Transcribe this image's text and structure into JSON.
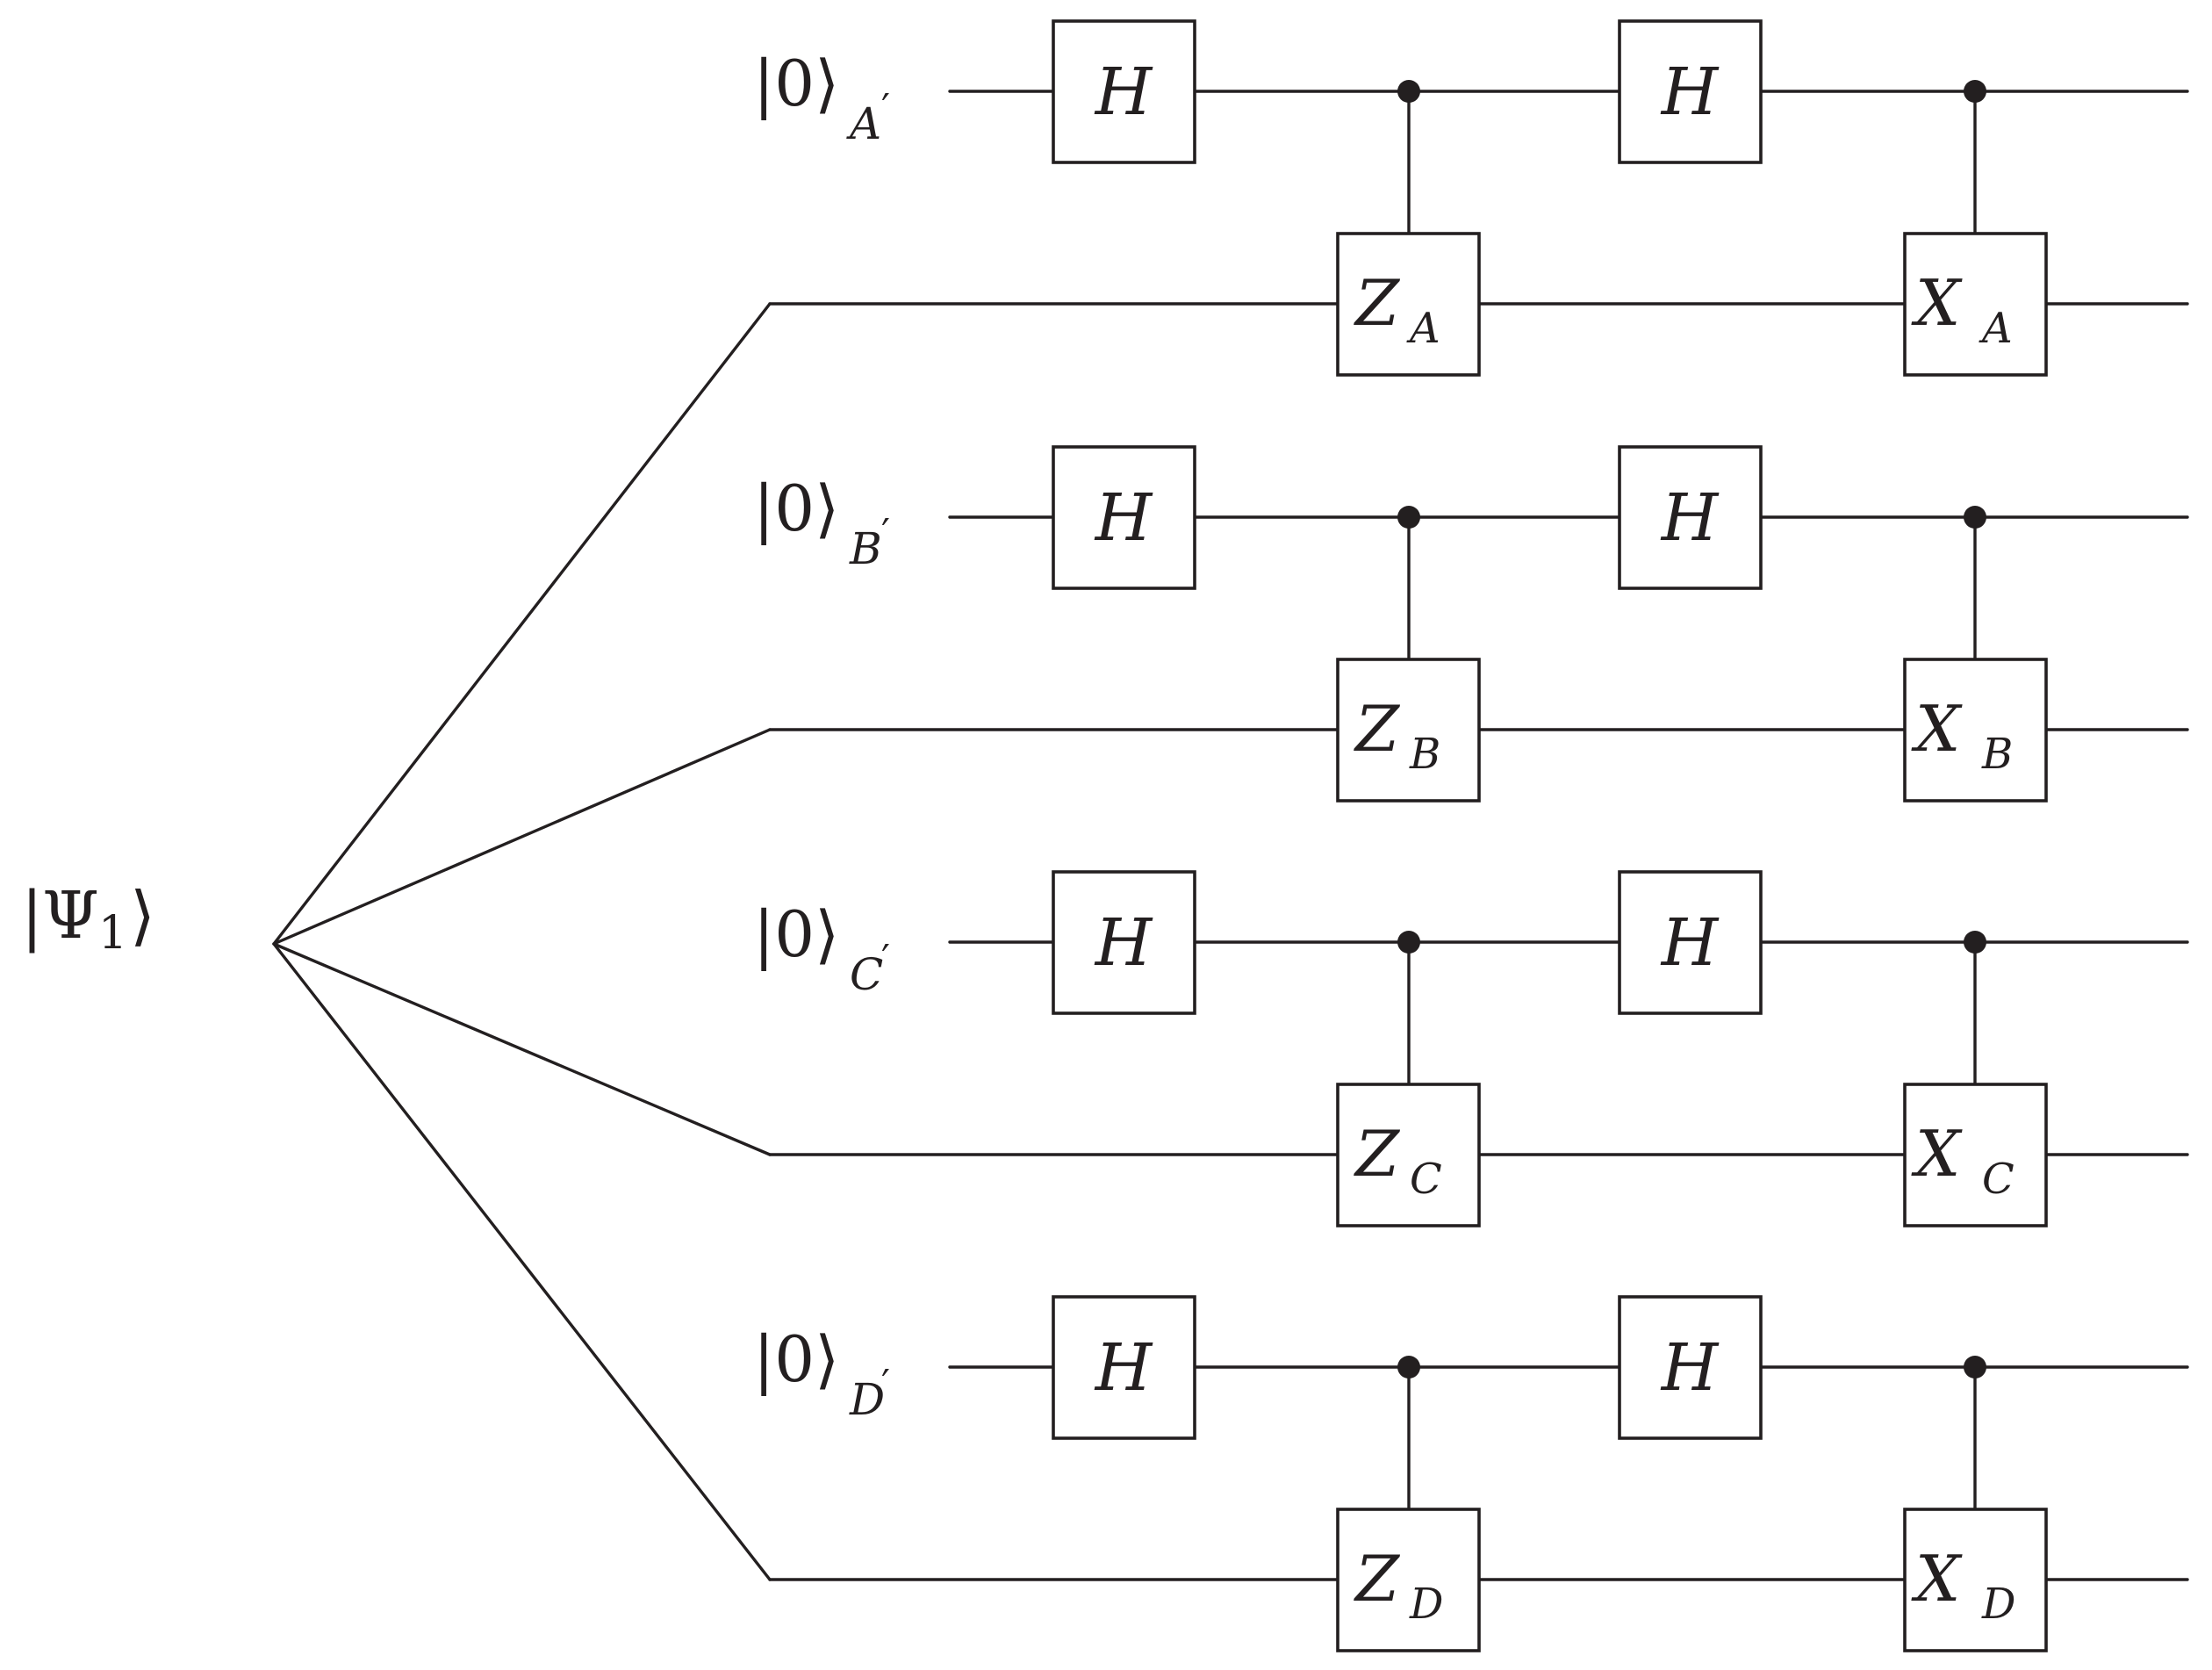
{
  "input_state": {
    "bar": "|",
    "symbol": "Ψ",
    "index": "1",
    "bracket": "⟩"
  },
  "ancillas": [
    {
      "ket": "|0⟩",
      "sub": "A",
      "prime": "′"
    },
    {
      "ket": "|0⟩",
      "sub": "B",
      "prime": "′"
    },
    {
      "ket": "|0⟩",
      "sub": "C",
      "prime": "′"
    },
    {
      "ket": "|0⟩",
      "sub": "D",
      "prime": "′"
    }
  ],
  "blocks": [
    {
      "h1": "H",
      "h2": "H",
      "z_main": "Z",
      "z_sub": "A",
      "x_main": "X",
      "x_sub": "A"
    },
    {
      "h1": "H",
      "h2": "H",
      "z_main": "Z",
      "z_sub": "B",
      "x_main": "X",
      "x_sub": "B"
    },
    {
      "h1": "H",
      "h2": "H",
      "z_main": "Z",
      "z_sub": "C",
      "x_main": "X",
      "x_sub": "C"
    },
    {
      "h1": "H",
      "h2": "H",
      "z_main": "Z",
      "z_sub": "D",
      "x_main": "X",
      "x_sub": "D"
    }
  ],
  "colors": {
    "ink": "#231f20",
    "background": "#ffffff"
  }
}
